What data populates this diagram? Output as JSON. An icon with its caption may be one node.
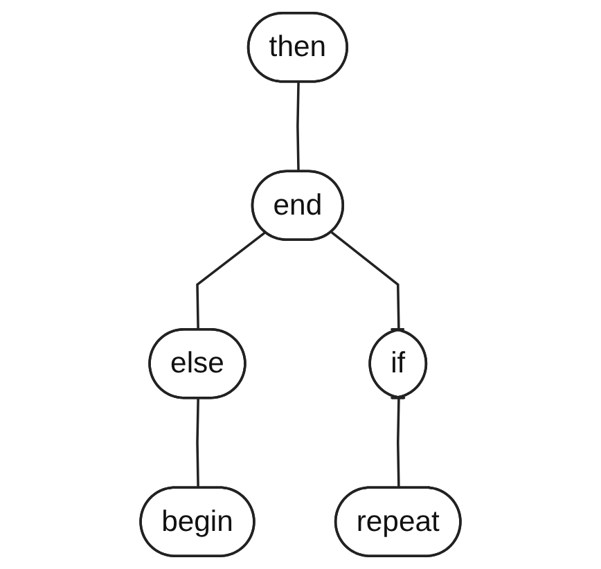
{
  "diagram": {
    "nodes": [
      {
        "text": [
          "then"
        ]
      },
      {
        "text": [
          "end"
        ]
      },
      {
        "text": [
          "else"
        ]
      },
      {
        "text": [
          "if"
        ]
      },
      {
        "text": [
          "begin"
        ]
      },
      {
        "text": [
          "repeat"
        ]
      }
    ],
    "edges": [
      {
        "from": 0,
        "to": 1,
        "arrow": "none"
      },
      {
        "from": 1,
        "to": 2,
        "arrow": "none"
      },
      {
        "from": 1,
        "to": 3,
        "arrow": "none"
      },
      {
        "from": 2,
        "to": 4,
        "arrow": "none"
      },
      {
        "from": 3,
        "to": 5,
        "arrow": "none"
      }
    ]
  }
}
